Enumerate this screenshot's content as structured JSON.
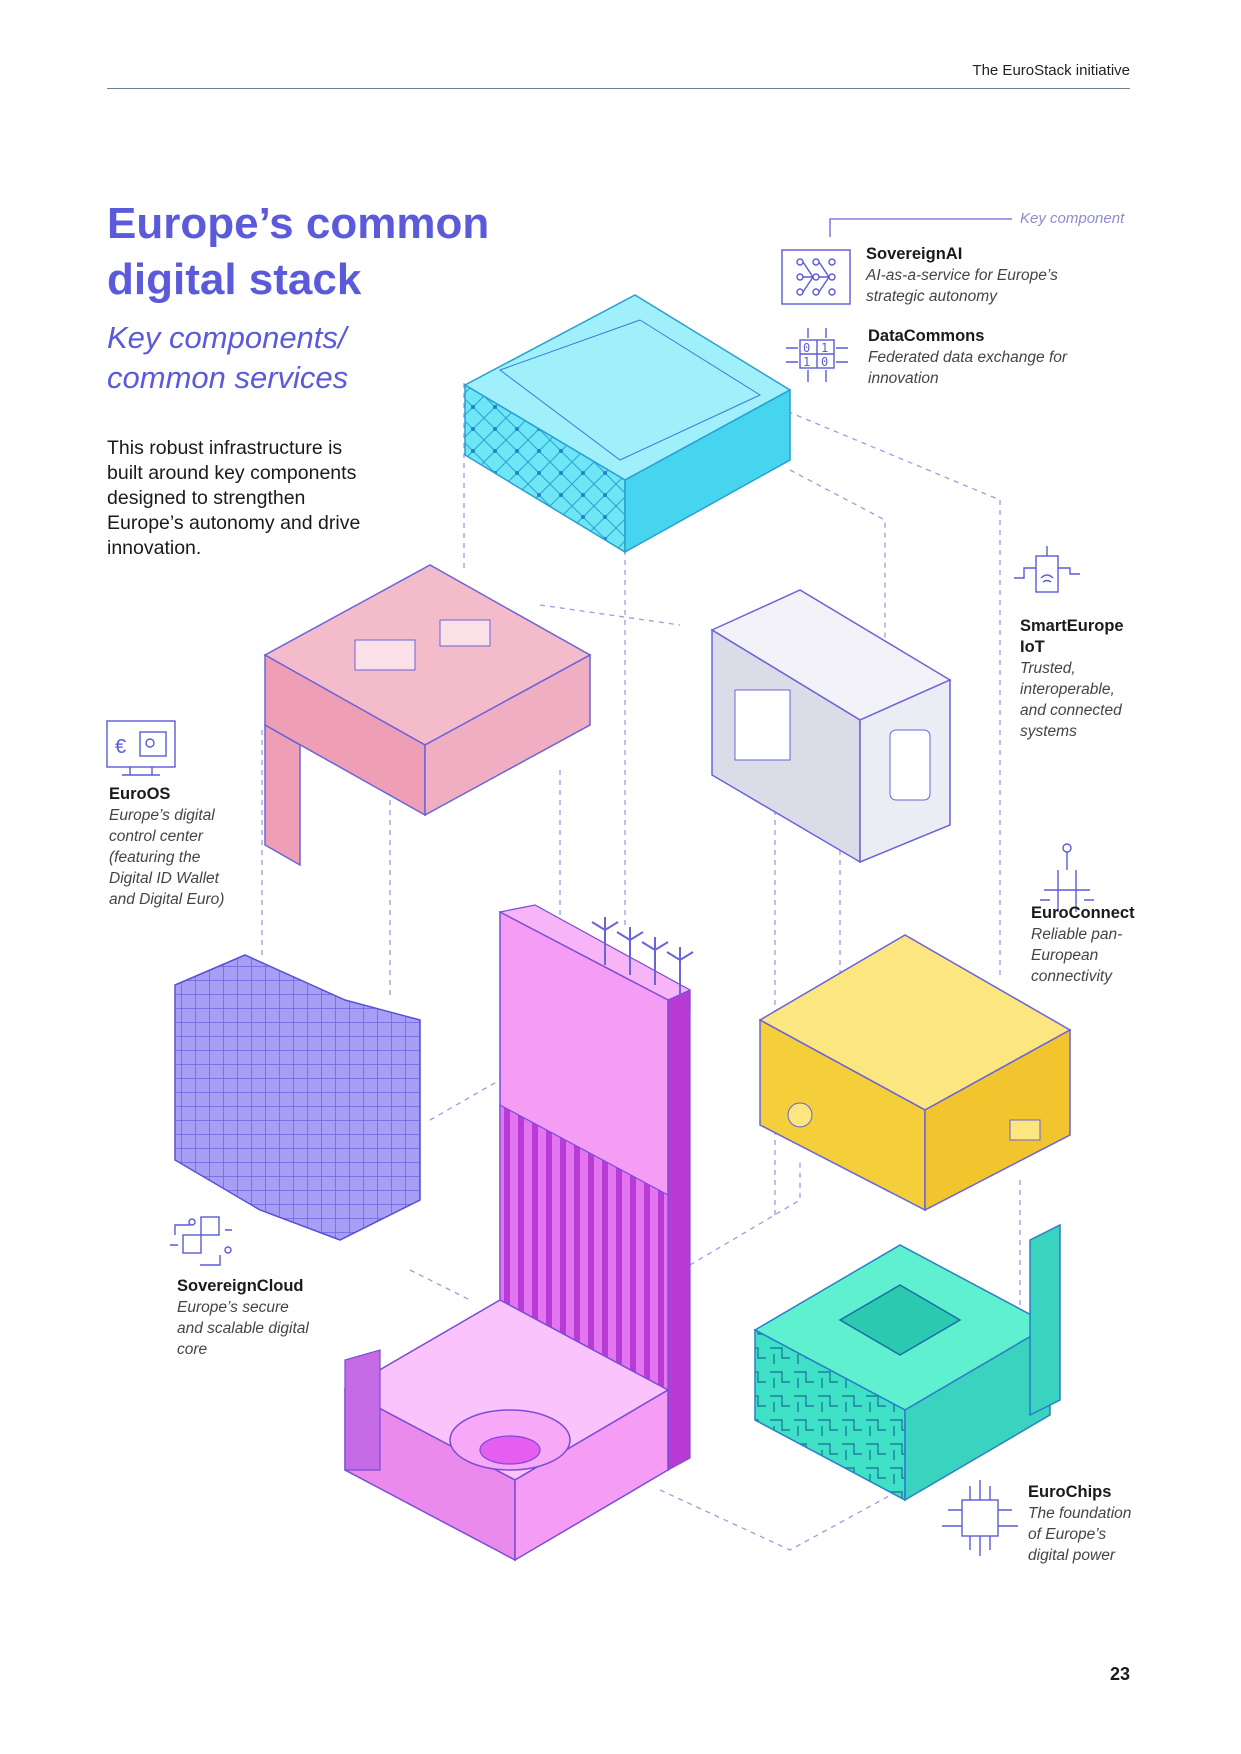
{
  "header": {
    "title": "The EuroStack initiative"
  },
  "heading": {
    "title": "Europe’s common digital stack",
    "subtitle": "Key components/ common services",
    "intro": "This robust infrastructure is built around key components designed to strengthen Europe’s autonomy and drive innovation."
  },
  "legend": {
    "label": "Key component"
  },
  "components": {
    "sovereign_ai": {
      "title": "SovereignAI",
      "desc": "AI-as-a-service for Europe’s strategic autonomy"
    },
    "data_commons": {
      "title": "DataCommons",
      "desc": "Federated data exchange for innovation"
    },
    "smart_europe": {
      "title": "SmartEurope IoT",
      "desc": "Trusted, interoperable, and connected systems"
    },
    "euro_os": {
      "title": "EuroOS",
      "desc": "Europe’s digital control center (featuring the Digital ID Wallet and Digital Euro)"
    },
    "euro_connect": {
      "title": "EuroConnect",
      "desc": "Reliable pan-European connectivity"
    },
    "sovereign_cloud": {
      "title": "SovereignCloud",
      "desc": "Europe’s secure and scalable digital core"
    },
    "euro_chips": {
      "title": "EuroChips",
      "desc": "The foundation of Europe’s digital power"
    }
  },
  "datacommons_digits": [
    "0",
    "1",
    "1",
    "0"
  ],
  "colors": {
    "accent": "#5a5adb",
    "ai_layer": "#5ee0f0",
    "os_block": "#f2b8c6",
    "iot_block": "#e3e3ee",
    "connect_block": "#f7d548",
    "chips_block": "#4fe8c8",
    "cloud_cluster": "#8f86f0",
    "tower": "#f59df5"
  },
  "page_number": "23"
}
